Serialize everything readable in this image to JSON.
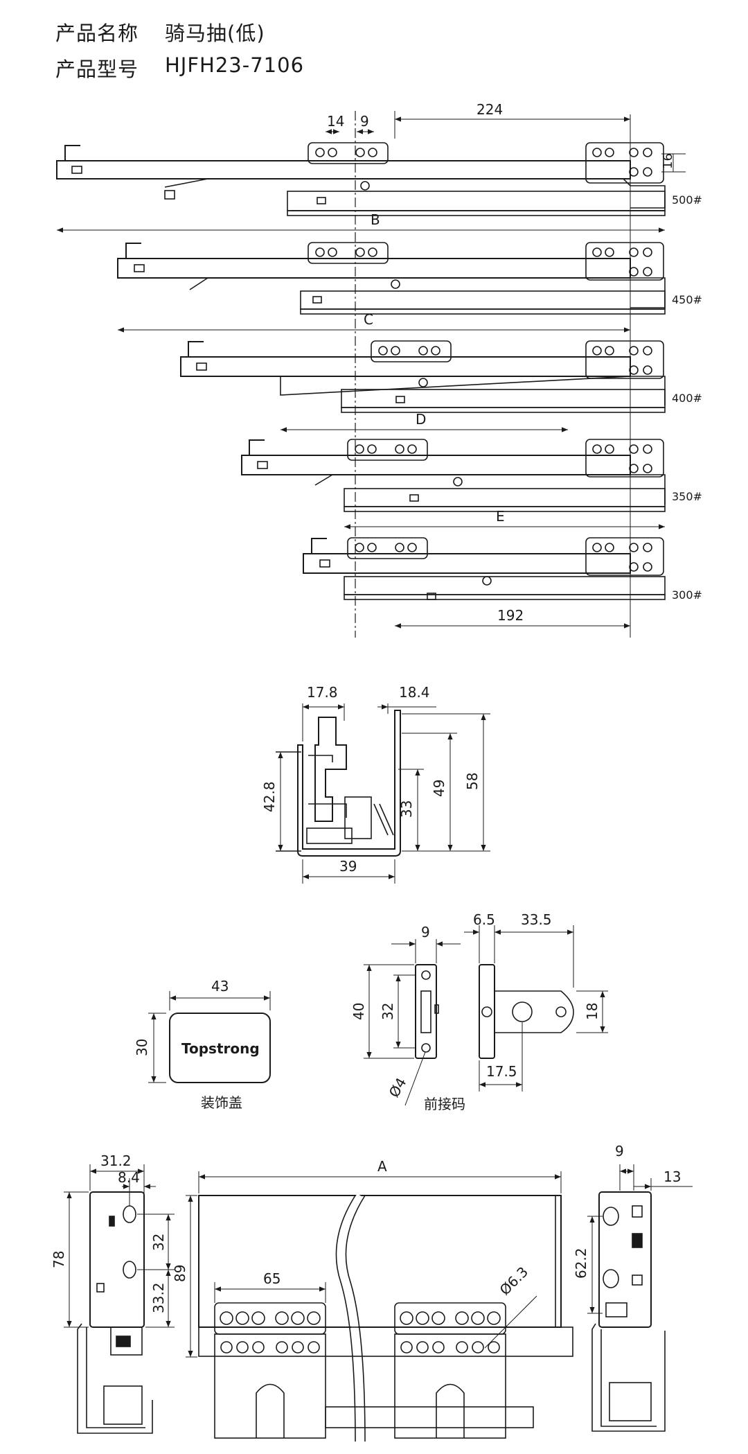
{
  "header": {
    "name_label": "产品名称",
    "name_value": "骑马抽(低)",
    "model_label": "产品型号",
    "model_value": "HJFH23-7106"
  },
  "side_view": {
    "dims": {
      "d14": "14",
      "d9": "9",
      "d224": "224",
      "d16": "16",
      "d192": "192"
    },
    "variants": [
      {
        "size": "500#",
        "letter": "B"
      },
      {
        "size": "450#",
        "letter": "C"
      },
      {
        "size": "400#",
        "letter": "D"
      },
      {
        "size": "350#",
        "letter": "E"
      },
      {
        "size": "300#",
        "letter": ""
      }
    ]
  },
  "cross_section": {
    "d17_8": "17.8",
    "d18_4": "18.4",
    "d42_8": "42.8",
    "d49": "49",
    "d58": "58",
    "d33": "33",
    "d39": "39"
  },
  "cover": {
    "width": "43",
    "height": "30",
    "logo_text": "Topstrong",
    "caption": "装饰盖"
  },
  "front_connector": {
    "d9": "9",
    "d40": "40",
    "d32": "32",
    "hole": "Ø4",
    "d6_5": "6.5",
    "d33_5": "33.5",
    "d18": "18",
    "d17_5": "17.5",
    "caption": "前接码"
  },
  "bottom_views": {
    "d31_2": "31.2",
    "d8_4": "8.4",
    "d78": "78",
    "d32": "32",
    "d33_2": "33.2",
    "dA": "A",
    "d89": "89",
    "d65": "65",
    "hole": "Ø6.3",
    "d9": "9",
    "d13": "13",
    "d62_2": "62.2"
  }
}
